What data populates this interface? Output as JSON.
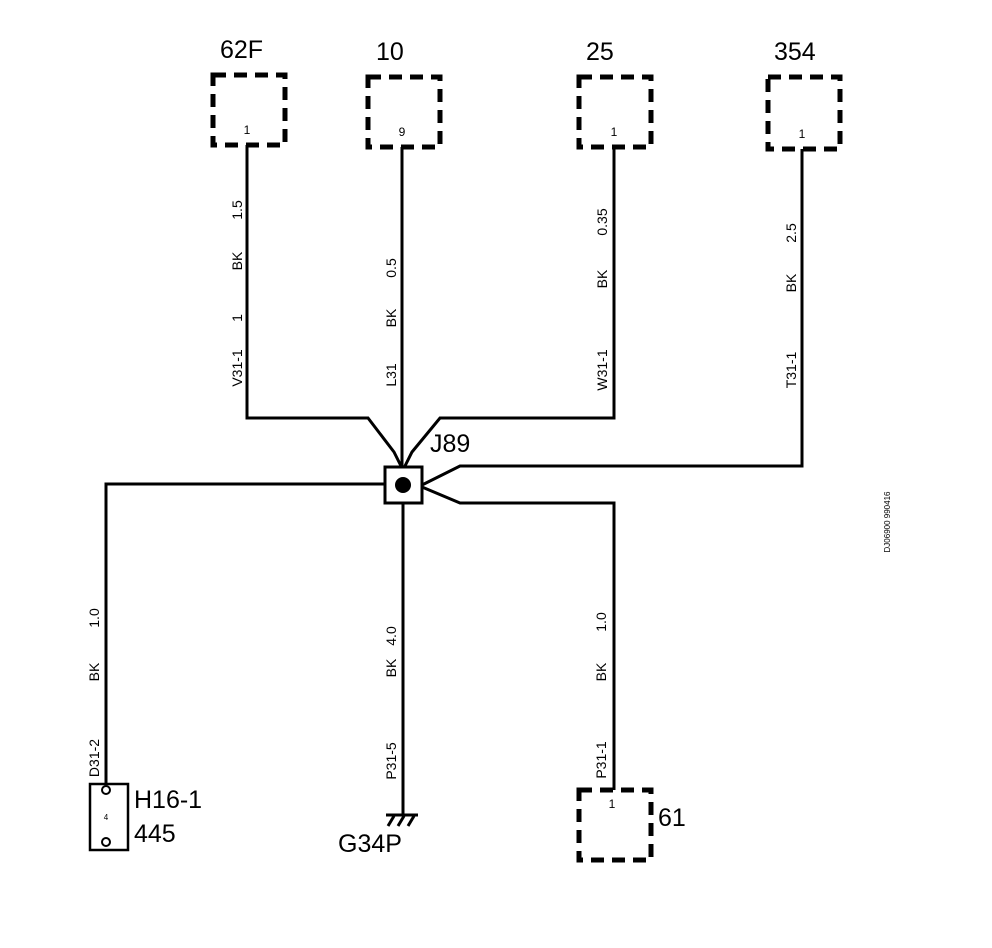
{
  "components": {
    "c62f": {
      "label": "62F",
      "pin": "1"
    },
    "c10": {
      "label": "10",
      "pin": "9"
    },
    "c25": {
      "label": "25",
      "pin": "1"
    },
    "c354": {
      "label": "354",
      "pin": "1"
    },
    "c61": {
      "label": "61",
      "pin": "1"
    }
  },
  "splice": {
    "label": "J89"
  },
  "ground": {
    "label": "G34P"
  },
  "h16": {
    "label": "H16-1",
    "number": "445",
    "pin": "4"
  },
  "wires": {
    "w1": {
      "size": "1.5",
      "color": "BK",
      "conn_pin": "1",
      "circuit": "V31-1"
    },
    "w2": {
      "size": "0.5",
      "color": "BK",
      "circuit": "L31"
    },
    "w3": {
      "size": "0.35",
      "color": "BK",
      "circuit": "W31-1"
    },
    "w4": {
      "size": "2.5",
      "color": "BK",
      "circuit": "T31-1"
    },
    "w5": {
      "size": "1.0",
      "color": "BK",
      "circuit": "D31-2"
    },
    "w6": {
      "size": "4.0",
      "color": "BK",
      "circuit": "P31-5"
    },
    "w7": {
      "size": "1.0",
      "color": "BK",
      "circuit": "P31-1"
    }
  },
  "doc_id": "DJ06900 990416"
}
